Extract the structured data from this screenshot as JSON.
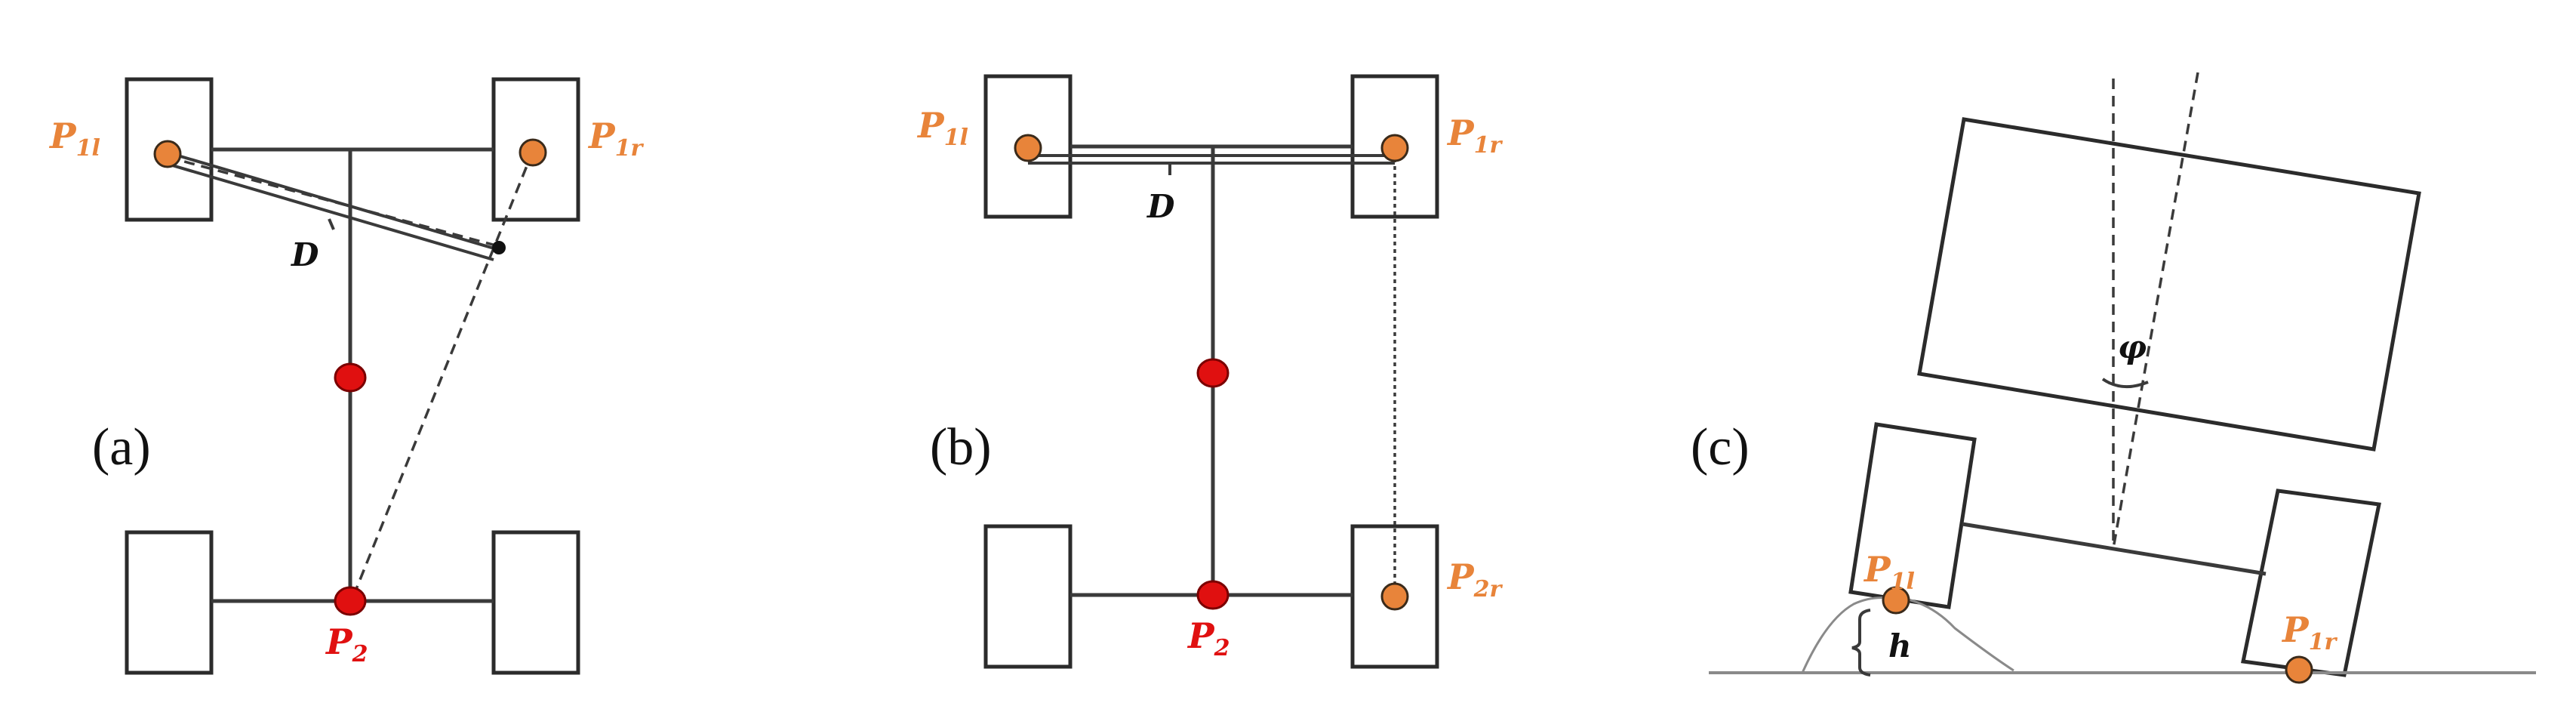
{
  "panels": [
    {
      "tag": "(a)",
      "labels": {
        "p1l_main": "P",
        "p1l_sub": "1l",
        "p1r_main": "P",
        "p1r_sub": "1r",
        "p2_main": "P",
        "p2_sub": "2",
        "d": "D"
      }
    },
    {
      "tag": "(b)",
      "labels": {
        "p1l_main": "P",
        "p1l_sub": "1l",
        "p1r_main": "P",
        "p1r_sub": "1r",
        "p2r_main": "P",
        "p2r_sub": "2r",
        "p2_main": "P",
        "p2_sub": "2",
        "d": "D"
      }
    },
    {
      "tag": "(c)",
      "labels": {
        "phi": "φ",
        "p1l_main": "P",
        "p1l_sub": "1l",
        "p1r_main": "P",
        "p1r_sub": "1r",
        "h": "h"
      }
    }
  ],
  "colors": {
    "orange_point": "#e8843a",
    "red_point": "#e01010",
    "outline": "#2b2b2b"
  }
}
